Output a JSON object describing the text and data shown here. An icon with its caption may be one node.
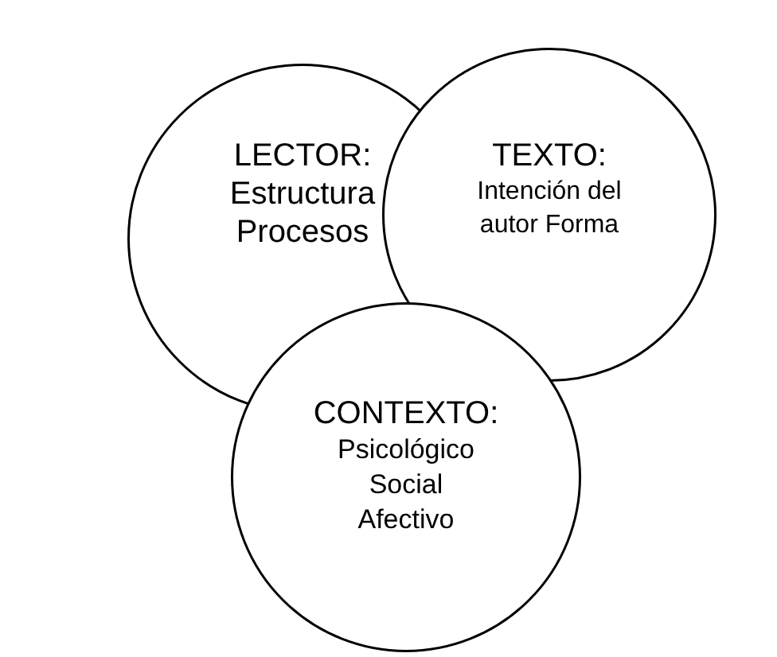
{
  "diagram": {
    "nodes": [
      {
        "text": [
          "LECTOR:",
          "Estructura Procesos"
        ]
      },
      {
        "text": [
          "TEXTO:",
          "Intención del autor Forma"
        ]
      },
      {
        "text": [
          "CONTEXTO:",
          "Psicológico Social Afectivo"
        ]
      }
    ]
  }
}
